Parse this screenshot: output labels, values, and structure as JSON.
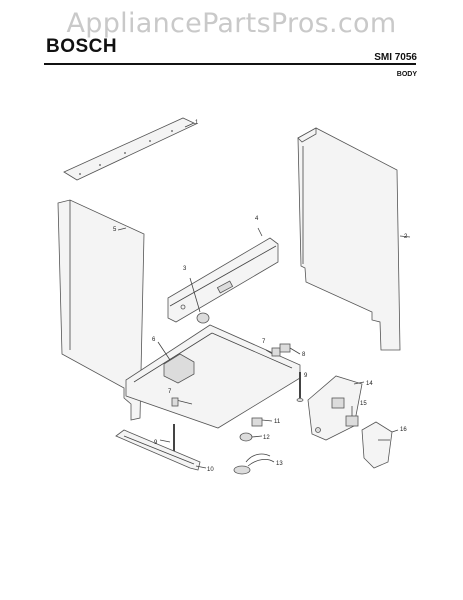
{
  "watermark": "AppliancePartsPros.com",
  "brand": "BOSCH",
  "model": "SMI 7056",
  "section": "BODY",
  "callouts": [
    "1",
    "2",
    "3",
    "4",
    "5",
    "6",
    "7",
    "8",
    "9",
    "10",
    "11",
    "12",
    "13",
    "14",
    "15",
    "16"
  ]
}
